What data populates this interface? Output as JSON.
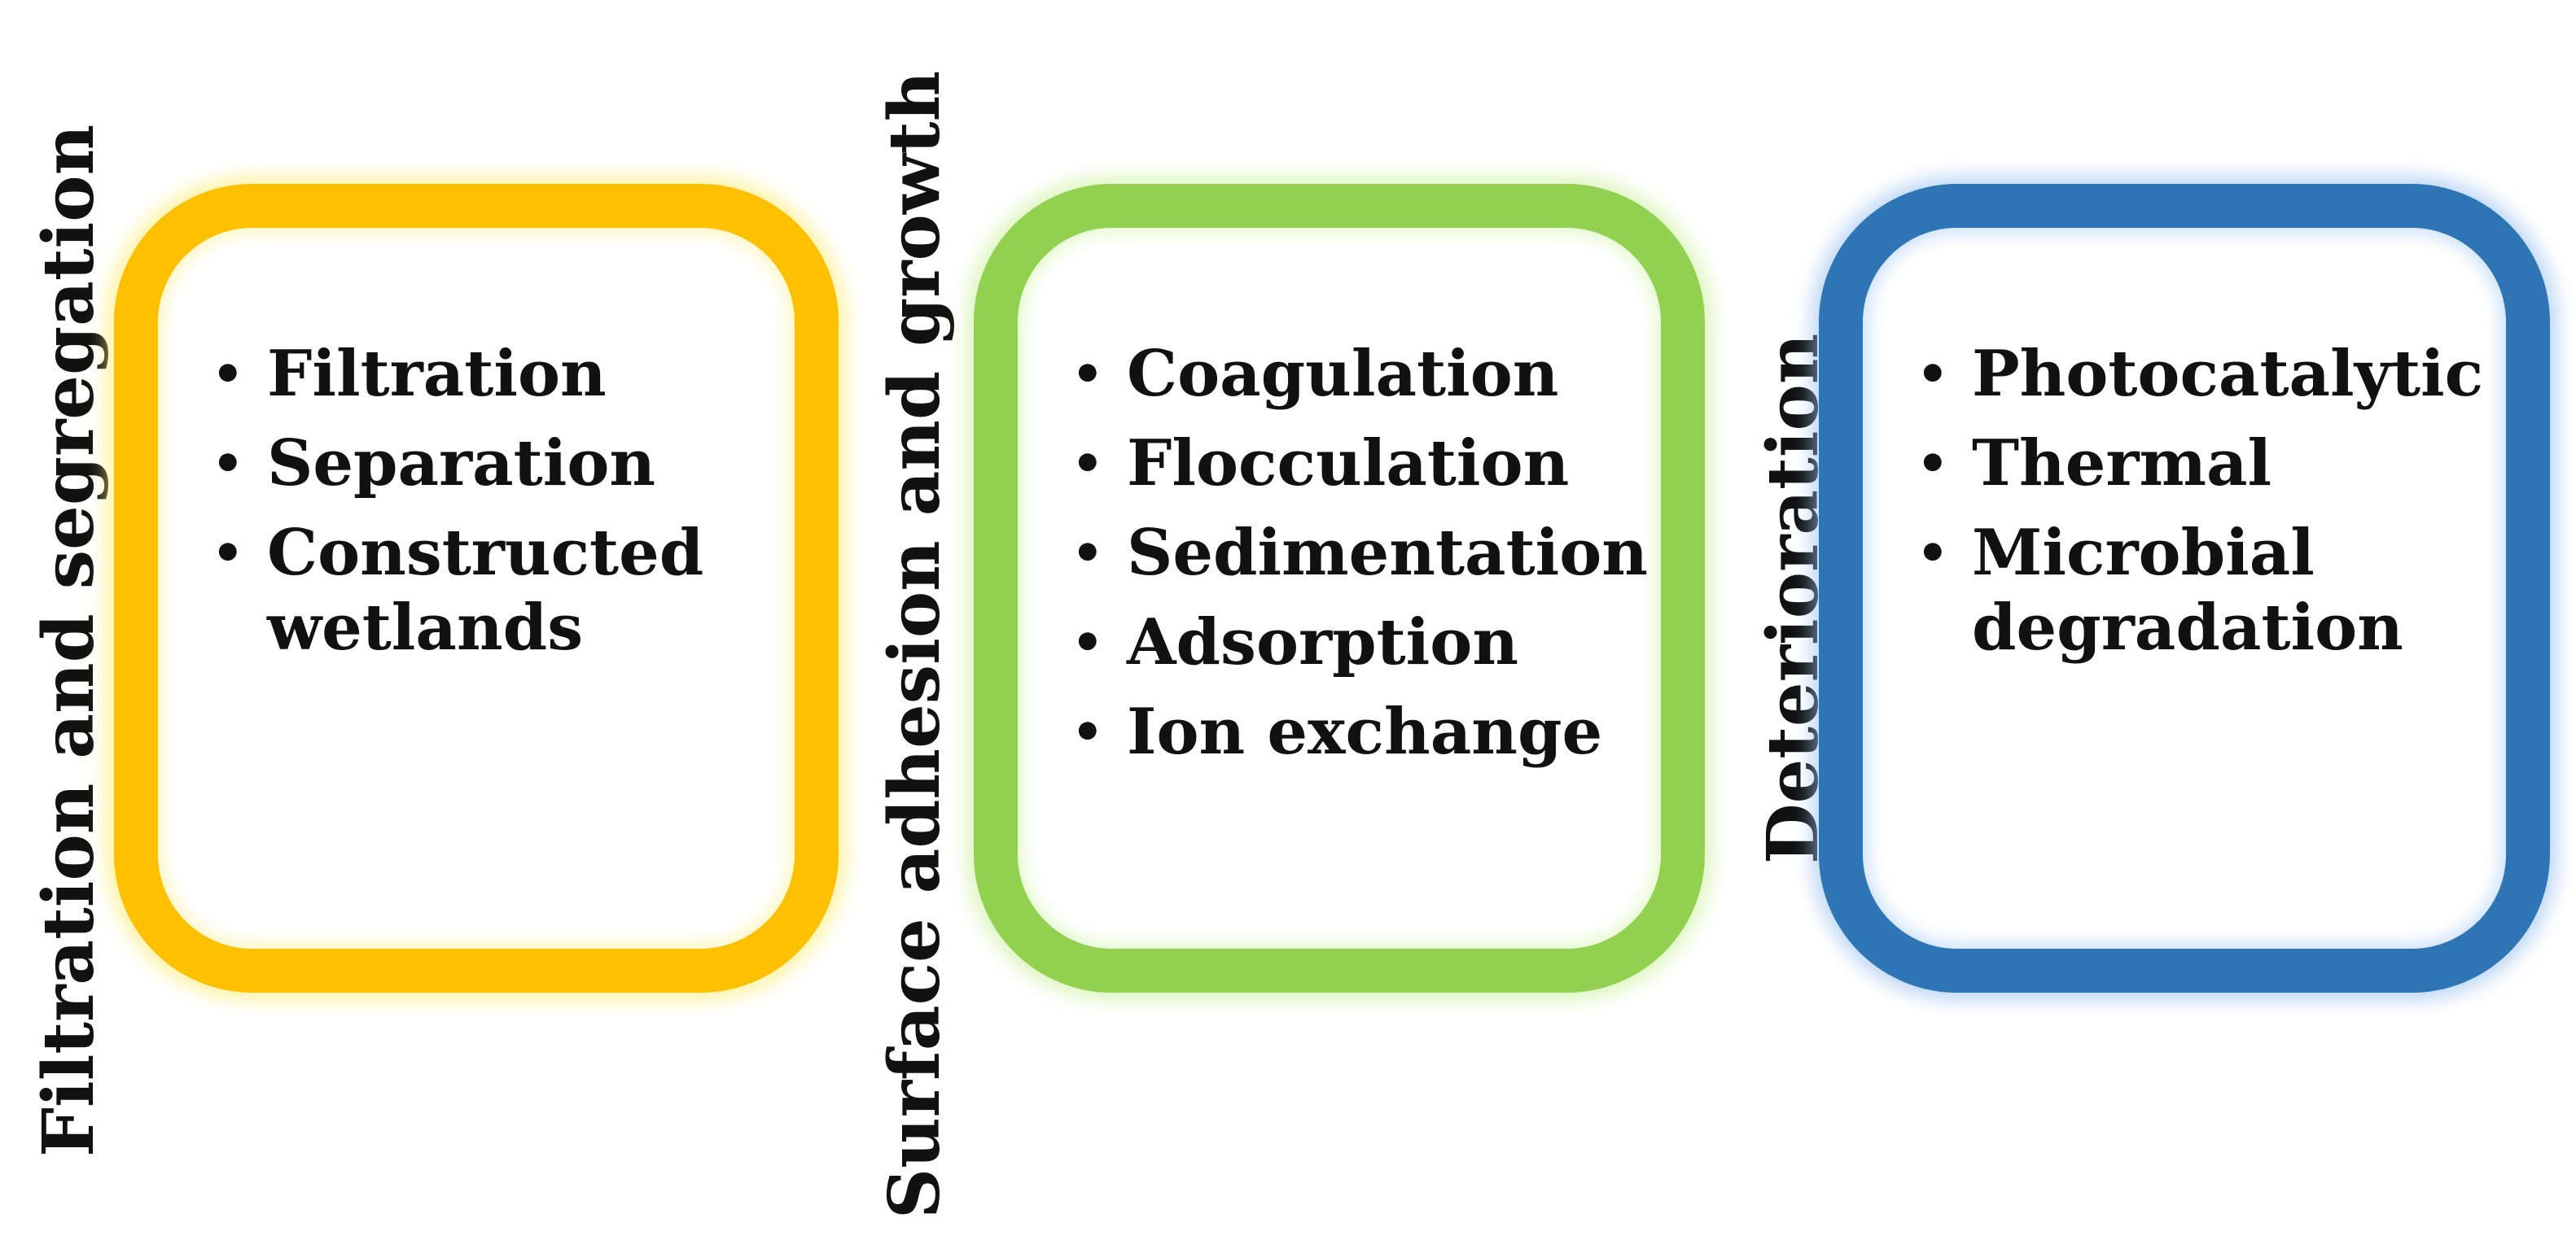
{
  "groups": [
    {
      "title": "Filtration and segregation",
      "color": "#ffc000",
      "items": [
        "Filtration",
        "Separation",
        "Constructed wetlands"
      ]
    },
    {
      "title": "Surface adhesion and growth",
      "color": "#92d050",
      "items": [
        "Coagulation",
        "Flocculation",
        "Sedimentation",
        "Adsorption",
        "Ion exchange"
      ]
    },
    {
      "title": "Deterioration",
      "color": "#2e75b6",
      "items": [
        "Photocatalytic",
        "Thermal",
        "Microbial degradation"
      ]
    }
  ]
}
